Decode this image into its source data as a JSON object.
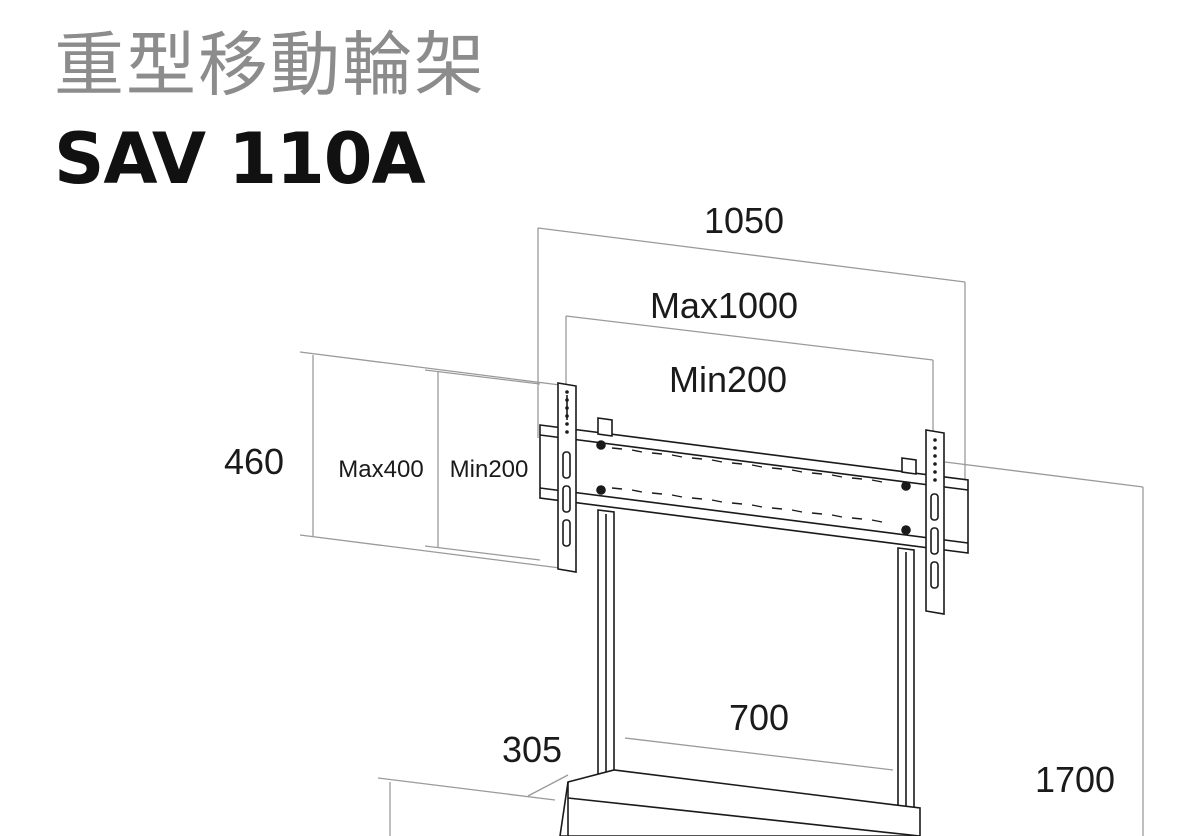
{
  "title_zh": "重型移動輪架",
  "model": "SAV 110A",
  "dimensions": {
    "overall_width": "1050",
    "vesa_h_max": "Max1000",
    "vesa_h_min": "Min200",
    "overall_height": "460",
    "vesa_v_max": "Max400",
    "vesa_v_min": "Min200",
    "pole_spacing": "700",
    "depth": "305",
    "total_height": "1700"
  }
}
